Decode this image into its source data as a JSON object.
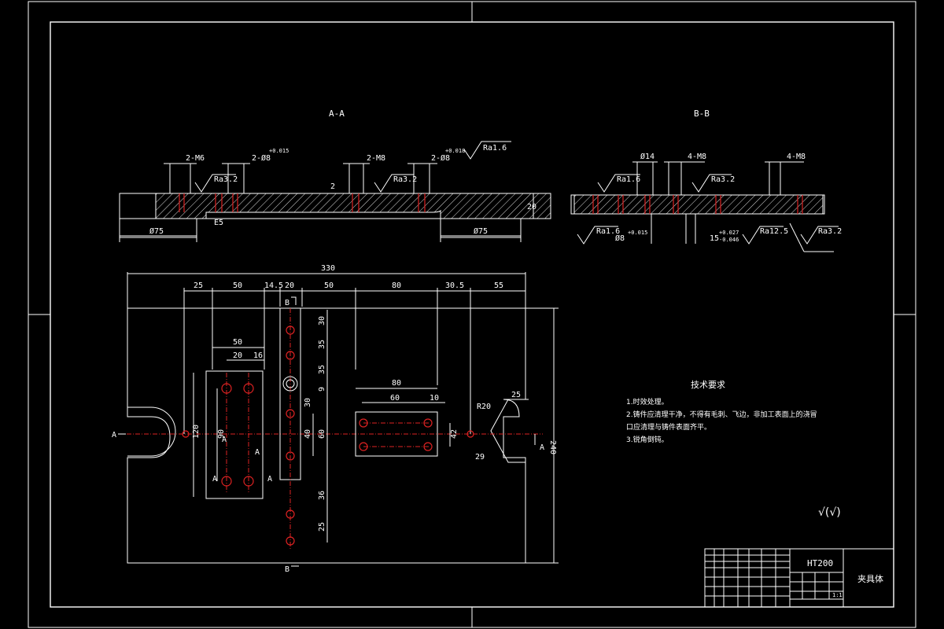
{
  "section_aa": {
    "title": "A-A",
    "dims": [
      "2-M6",
      "2-Ø8",
      "2-M8",
      "2-Ø8",
      "Ø75",
      "Ø75",
      "20"
    ],
    "roughness": [
      "Ra1.6",
      "Ra3.2",
      "Ra3.2"
    ],
    "callouts": [
      "E5",
      "2"
    ],
    "tol": [
      "+0.015",
      "+0.018"
    ]
  },
  "section_bb": {
    "title": "B-B",
    "dims": [
      "Ø14",
      "4-M8",
      "4-M8",
      "Ø8",
      "15"
    ],
    "roughness": [
      "Ra1.6",
      "Ra3.2",
      "Ra1.6",
      "Ra12.5",
      "Ra3.2"
    ],
    "tol": [
      "+0.015",
      "+0.027",
      "-0.046"
    ]
  },
  "plan": {
    "overall_width": "330",
    "top_dims": [
      "25",
      "50",
      "14.5",
      "20",
      "50",
      "80",
      "30.5",
      "55"
    ],
    "height_dim": "240",
    "left_group": {
      "w": "50",
      "a": "20",
      "b": "16",
      "h1": "120",
      "h2": "90"
    },
    "strip_dims": [
      "30",
      "35",
      "35",
      "9",
      "30",
      "40",
      "60",
      "36",
      "25"
    ],
    "right_group": {
      "w1": "80",
      "w2": "60",
      "w3": "10",
      "h": "42"
    },
    "right_slot": {
      "r": "R20",
      "d": "25",
      "p": "29"
    },
    "section_marks": [
      "A",
      "A",
      "B",
      "B"
    ],
    "cut_marks": [
      "A",
      "A",
      "A",
      "A"
    ]
  },
  "notes": {
    "heading": "技术要求",
    "items": [
      "1.时效处理。",
      "2.铸件应清理干净，不得有毛刺、飞边，非加工表面上的浇冒",
      "口应清理与铸件表面齐平。",
      "3.锐角倒钝。"
    ]
  },
  "surface_symbol": "√(√)",
  "title_block": {
    "material": "HT200",
    "part_name": "夹具体",
    "scale": "1:1"
  }
}
